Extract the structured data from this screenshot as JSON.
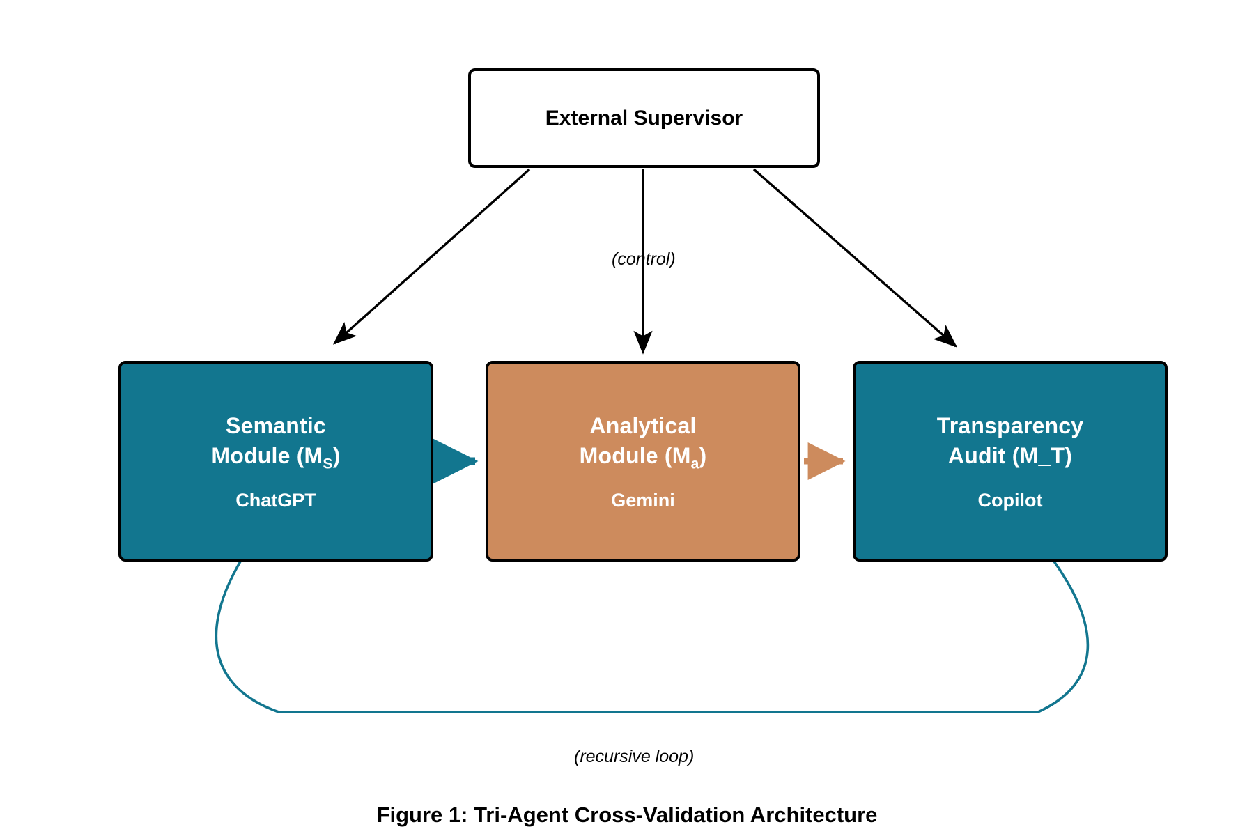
{
  "figure": {
    "caption": "Figure 1: Tri-Agent Cross-Validation Architecture",
    "background_color": "#ffffff"
  },
  "colors": {
    "teal": "#12768F",
    "orange": "#CD8B5D",
    "outline": "#000000",
    "text_on_fill": "#ffffff"
  },
  "supervisor": {
    "label": "External Supervisor"
  },
  "modules": [
    {
      "title_line1": "Semantic",
      "title_line2_pre": "Module (M",
      "title_line2_sub": "S",
      "title_line2_post": ")",
      "subtitle": "ChatGPT",
      "fill": "#12768F"
    },
    {
      "title_line1": "Analytical",
      "title_line2_pre": "Module (M",
      "title_line2_sub": "a",
      "title_line2_post": ")",
      "subtitle": "Gemini",
      "fill": "#CD8B5D"
    },
    {
      "title_line1": "Transparency",
      "title_line2_pre": "Audit (M_T",
      "title_line2_sub": "",
      "title_line2_post": ")",
      "subtitle": "Copilot",
      "fill": "#12768F"
    }
  ],
  "edges": {
    "control_label": "(control)",
    "recursive_label": "(recursive loop)"
  }
}
